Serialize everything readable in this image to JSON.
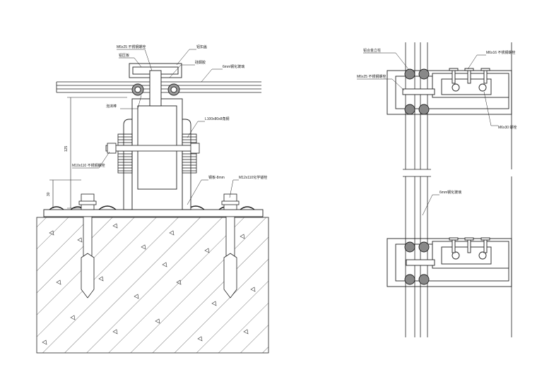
{
  "left_detail": {
    "labels": {
      "bolt_top": "M6x25 不锈钢螺栓",
      "label_a": "铝压板",
      "label_b": "铝扣盖",
      "label_c": "硅酮胶",
      "glass": "6mm钢化玻璃",
      "label_d": "泡沫棒",
      "angle": "L100x80x8角钢",
      "bolt_mid": "M10x110 不锈钢螺栓",
      "plate": "钢板-8mm",
      "anchor": "M12x110化学锚栓",
      "dim_height": "125",
      "dim_small": "30"
    }
  },
  "right_detail": {
    "labels": {
      "top_left": "铝合金立柱",
      "bolt_side": "M6x25 不锈钢螺栓",
      "bolt_top": "M6x16 不锈钢螺栓",
      "bolt_low": "M6x30 螺栓",
      "glass": "6mm钢化玻璃"
    }
  }
}
